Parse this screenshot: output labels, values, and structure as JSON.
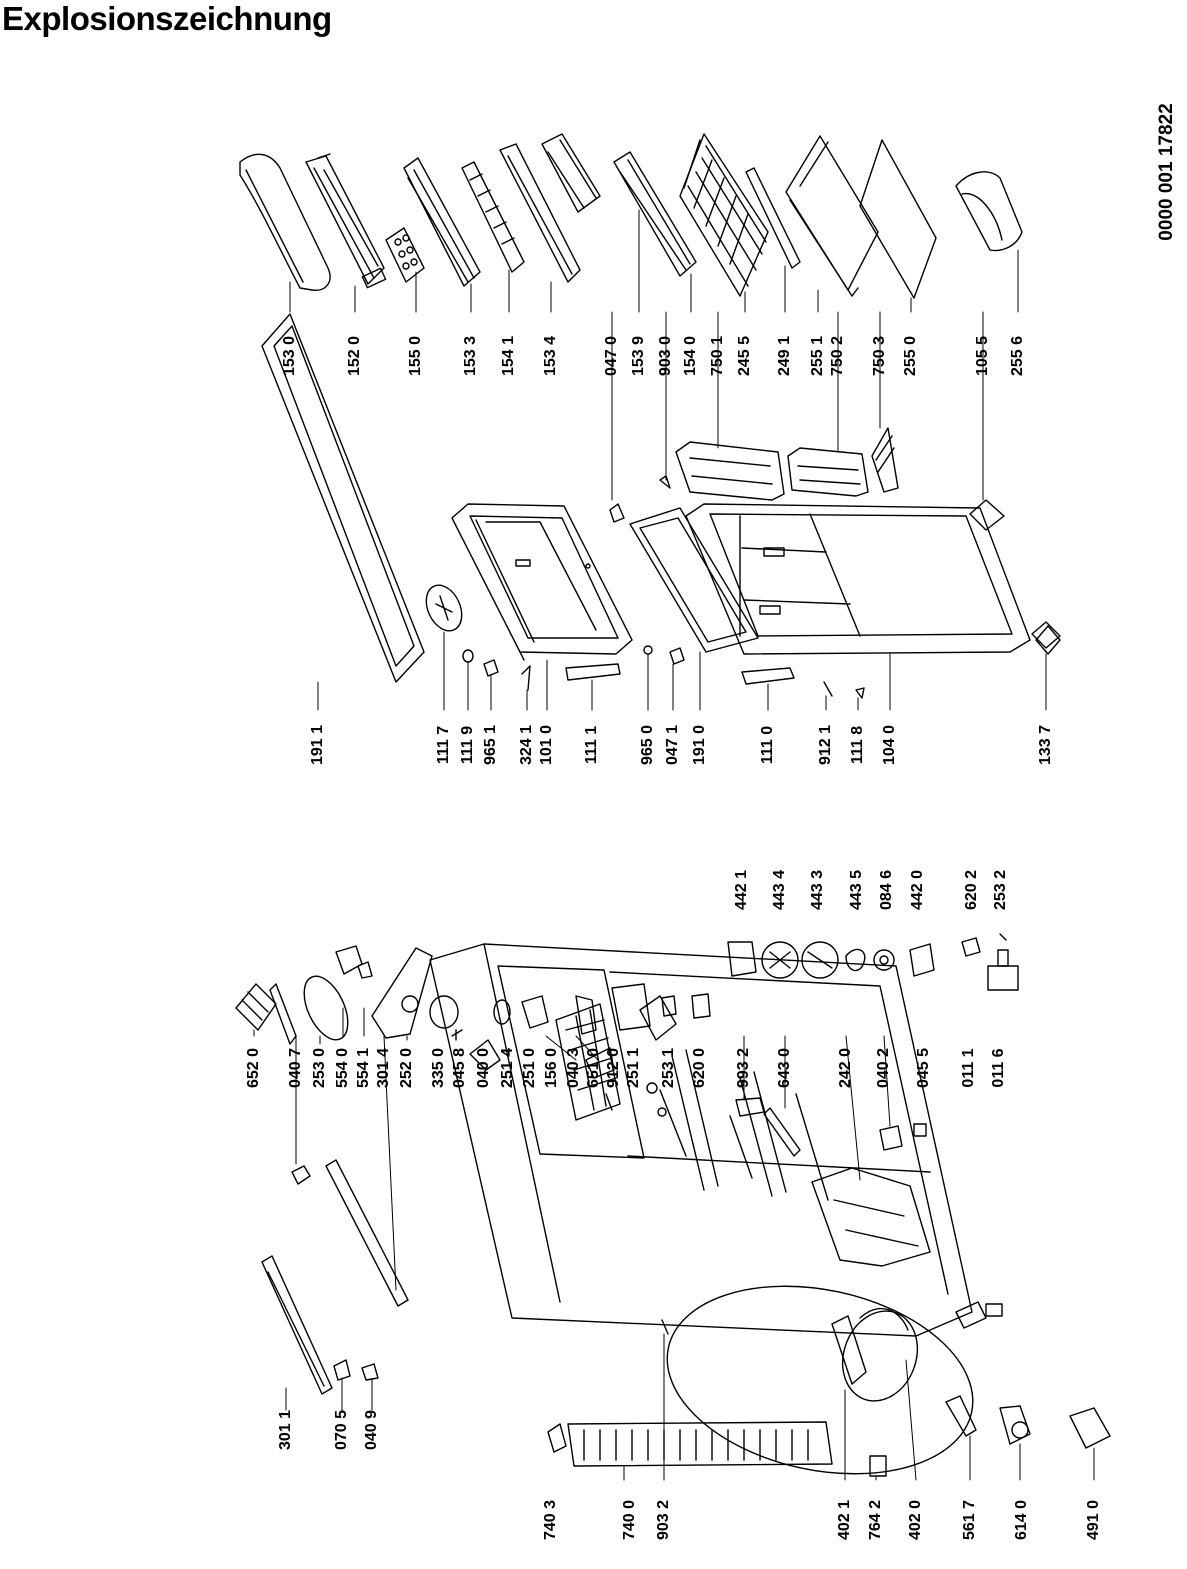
{
  "title": "Explosionszeichnung",
  "document_number": "0000 001 17822",
  "part_labels": [
    "153 0",
    "152 0",
    "155 0",
    "153 3",
    "154 1",
    "153 4",
    "047 0",
    "153 9",
    "903 0",
    "154 0",
    "750 1",
    "245 5",
    "249 1",
    "255 1",
    "750 2",
    "750 3",
    "255 0",
    "105 5",
    "255 6",
    "191 1",
    "111 7",
    "111 9",
    "965 1",
    "324 1",
    "101 0",
    "111 1",
    "965 0",
    "047 1",
    "191 0",
    "111 0",
    "912 1",
    "111 8",
    "104 0",
    "133 7",
    "652 0",
    "040 7",
    "253 0",
    "554 0",
    "554 1",
    "301 4",
    "252 0",
    "335 0",
    "045 8",
    "040 0",
    "251 4",
    "251 0",
    "156 0",
    "040 3",
    "651 0",
    "912 0",
    "251 1",
    "253 1",
    "620 0",
    "993 2",
    "643 0",
    "242 0",
    "040 2",
    "045 5",
    "011 1",
    "011 6",
    "442 1",
    "443 4",
    "443 3",
    "443 5",
    "084 6",
    "442 0",
    "620 2",
    "253 2",
    "301 1",
    "070 5",
    "040 9",
    "740 3",
    "740 0",
    "903 2",
    "402 1",
    "764 2",
    "402 0",
    "561 7",
    "614 0",
    "491 0"
  ]
}
